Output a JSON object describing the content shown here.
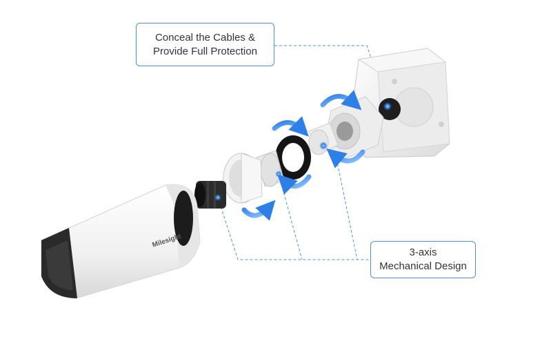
{
  "callouts": {
    "cables": {
      "line1": "Conceal the Cables &",
      "line2": "Provide Full Protection"
    },
    "axis": {
      "line1": "3-axis",
      "line2": "Mechanical Design"
    }
  },
  "brand": {
    "logo_text": "Milesight"
  },
  "colors": {
    "accent_blue": "#4a90e2",
    "arrow_blue": "#3b8ff0",
    "body_white": "#f4f4f4",
    "lens_black": "#2a2a2a"
  },
  "icons": [
    "rotation-arrow-icon",
    "connector-dot-icon"
  ]
}
